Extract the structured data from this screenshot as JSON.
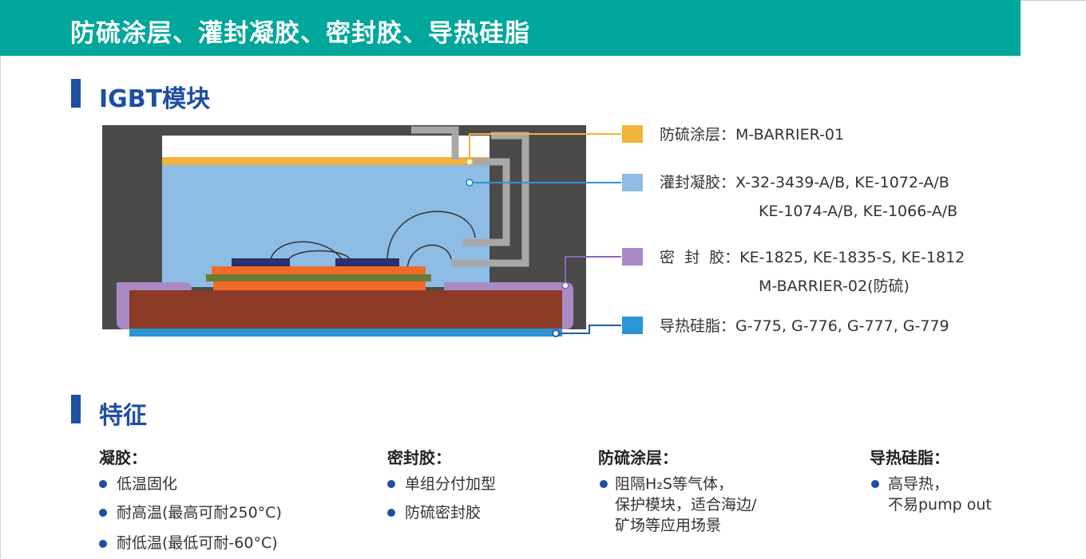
{
  "header": {
    "title": "防硫涂层、灌封凝胶、密封胶、导热硅脂"
  },
  "section_module": {
    "title": "IGBT模块"
  },
  "section_features": {
    "title": "特征"
  },
  "colors": {
    "header_bg": "#00a79a",
    "section_accent": "#1d4fa3",
    "coating_orange": "#f2b33d",
    "gel_blue": "#8dbde5",
    "sealant_purple": "#a98ac4",
    "grease_blue": "#2b95d6",
    "housing_gray": "#4a4a4a",
    "substrate_brown": "#8b3a26",
    "chip_orange": "#f26a2a",
    "chip_navy": "#2a2f6e",
    "dbc_olive": "#6b7a35",
    "terminal_gray": "#a8a8a8",
    "bullet_blue": "#1d4fa3"
  },
  "legend": [
    {
      "label": "防硫涂层：",
      "lines": [
        "M-BARRIER-01"
      ]
    },
    {
      "label": "灌封凝胶：",
      "lines": [
        "X-32-3439-A/B, KE-1072-A/B",
        "KE-1074-A/B, KE-1066-A/B"
      ]
    },
    {
      "label": "密  封  胶：",
      "lines": [
        "KE-1825, KE-1835-S, KE-1812",
        "M-BARRIER-02(防硫)"
      ]
    },
    {
      "label": "导热硅脂：",
      "lines": [
        "G-775, G-776, G-777, G-779"
      ]
    }
  ],
  "features": [
    {
      "heading": "凝胶：",
      "items": [
        "低温固化",
        "耐高温(最高可耐250°C)",
        "耐低温(最低可耐-60°C)"
      ]
    },
    {
      "heading": "密封胶：",
      "items": [
        "单组分付加型",
        "防硫密封胶"
      ]
    },
    {
      "heading": "防硫涂层：",
      "items": [
        "阻隔H₂S等气体，",
        "保护模块，适合海边/",
        "矿场等应用场景"
      ]
    },
    {
      "heading": "导热硅脂：",
      "items": [
        "高导热，",
        "不易pump out"
      ]
    }
  ]
}
